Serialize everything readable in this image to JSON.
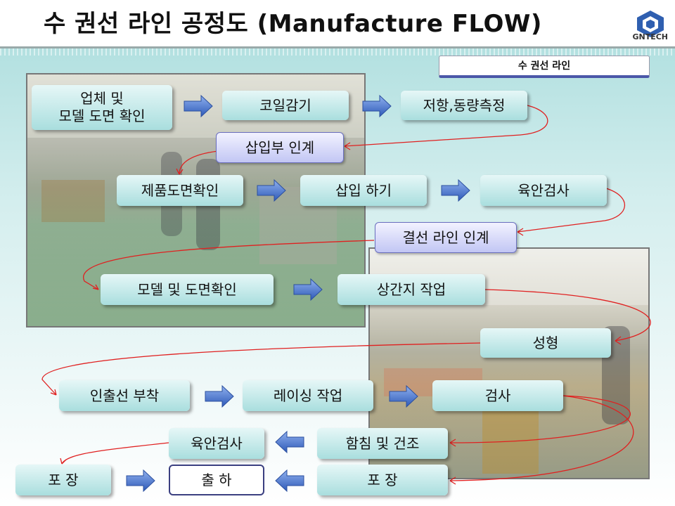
{
  "title": "수 권선 라인 공정도 (Manufacture FLOW)",
  "logo_text": "GNTECH",
  "line_label": "수 권선 라인",
  "steps": {
    "check_drawing": "업체 및\n모델 도면 확인",
    "coil_winding": "코일감기",
    "resistance": "저항,동량측정",
    "insertion_handover": "삽입부 인계",
    "product_drawing": "제품도면확인",
    "insertion": "삽입 하기",
    "visual1": "육안검사",
    "wiring_handover": "결선 라인 인계",
    "model_drawing": "모델 및 도면확인",
    "interphase": "상간지 작업",
    "forming": "성형",
    "lead_attach": "인출선 부착",
    "lacing": "레이싱 작업",
    "inspection": "검사",
    "impregnation": "함침 및 건조",
    "visual2": "육안검사",
    "packing_left": "포 장",
    "shipping": "출 하",
    "packing_right": "포 장"
  },
  "colors": {
    "box_fill": "#a9dede",
    "handover_fill": "#c2c6f4",
    "arrow_fill": "#4a74c8",
    "connector": "#e02020"
  }
}
